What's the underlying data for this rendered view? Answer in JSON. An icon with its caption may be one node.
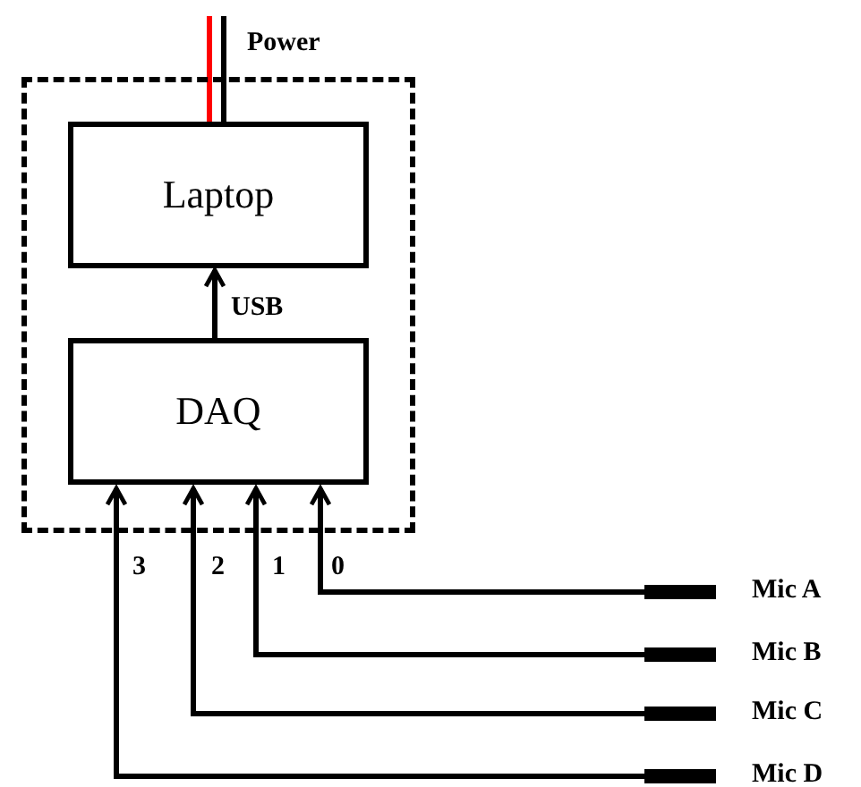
{
  "diagram": {
    "nodes": [
      {
        "text": [],
        "shape": "box"
      },
      {
        "text": [
          "Laptop"
        ],
        "in": 0
      },
      {
        "text": [
          "DAQ"
        ],
        "in": 0
      },
      {
        "text": [],
        "shape": "bar",
        "beside": [
          "Mic A"
        ]
      },
      {
        "text": [],
        "shape": "bar",
        "beside": [
          "Mic B"
        ]
      },
      {
        "text": [],
        "shape": "bar",
        "beside": [
          "Mic C"
        ]
      },
      {
        "text": [],
        "shape": "bar",
        "beside": [
          "Mic D"
        ]
      }
    ],
    "edges": [
      {
        "from": null,
        "to": 1,
        "arrow": "none",
        "color": "#ff0000"
      },
      {
        "from": null,
        "to": 1,
        "arrow": "none",
        "label": "Power"
      },
      {
        "from": 2,
        "to": 1,
        "arrow": "to",
        "label": "USB"
      },
      {
        "from": 3,
        "to": 2,
        "arrow": "to",
        "label": "0"
      },
      {
        "from": 4,
        "to": 2,
        "arrow": "to",
        "label": "1"
      },
      {
        "from": 5,
        "to": 2,
        "arrow": "to",
        "label": "2"
      },
      {
        "from": 6,
        "to": 2,
        "arrow": "to",
        "label": "3"
      }
    ]
  }
}
